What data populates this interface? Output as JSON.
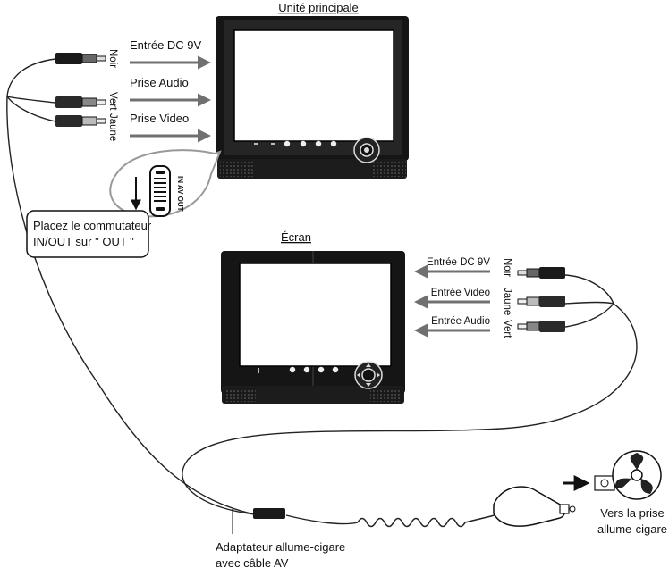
{
  "main_unit": {
    "title": "Unité principale",
    "connections": [
      {
        "arrow_label": "Entrée DC 9V",
        "plug_color": "Noir"
      },
      {
        "arrow_label": "Prise Audio",
        "plug_color": "Vert"
      },
      {
        "arrow_label": "Prise Video",
        "plug_color": "Jaune"
      }
    ]
  },
  "switch_callout": {
    "switch_marking": "IN AV OUT",
    "instruction_line1": "Placez le commutateur",
    "instruction_line2": "IN/OUT sur \" OUT \""
  },
  "screen_unit": {
    "title": "Écran",
    "connections": [
      {
        "arrow_label": "Entrée DC 9V",
        "plug_color": "Noir"
      },
      {
        "arrow_label": "Entrée Video",
        "plug_color": "Jaune"
      },
      {
        "arrow_label": "Entrée Audio",
        "plug_color": "Vert"
      }
    ]
  },
  "adapter": {
    "label_line1": "Adaptateur allume-cigare",
    "label_line2": "avec câble AV"
  },
  "cigarette_socket": {
    "label_line1": "Vers la prise",
    "label_line2": "allume-cigare"
  }
}
